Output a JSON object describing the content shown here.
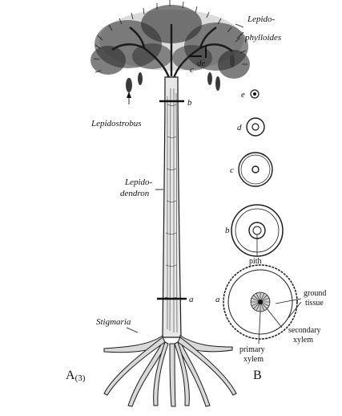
{
  "labels": {
    "lepidophylloides_1": "Lepido-",
    "lepidophylloides_2": "phylloides",
    "lepidostrobus": "Lepidostrobus",
    "lepidodendron_1": "Lepido-",
    "lepidodendron_2": "dendron",
    "stigmaria": "Stigmaria",
    "panel_a": "A",
    "panel_a_scale": "(3)",
    "panel_b": "B",
    "pith": "pith",
    "ground_tissue_1": "ground",
    "ground_tissue_2": "tissue",
    "secondary_xylem_1": "secondary",
    "secondary_xylem_2": "xylem",
    "primary_xylem_1": "primary",
    "primary_xylem_2": "xylem"
  },
  "section_letters": {
    "a": "a",
    "b": "b",
    "c": "c",
    "d": "d",
    "e": "e"
  },
  "tree_marks": {
    "a": "a",
    "b": "b",
    "c": "c",
    "de": "de"
  }
}
